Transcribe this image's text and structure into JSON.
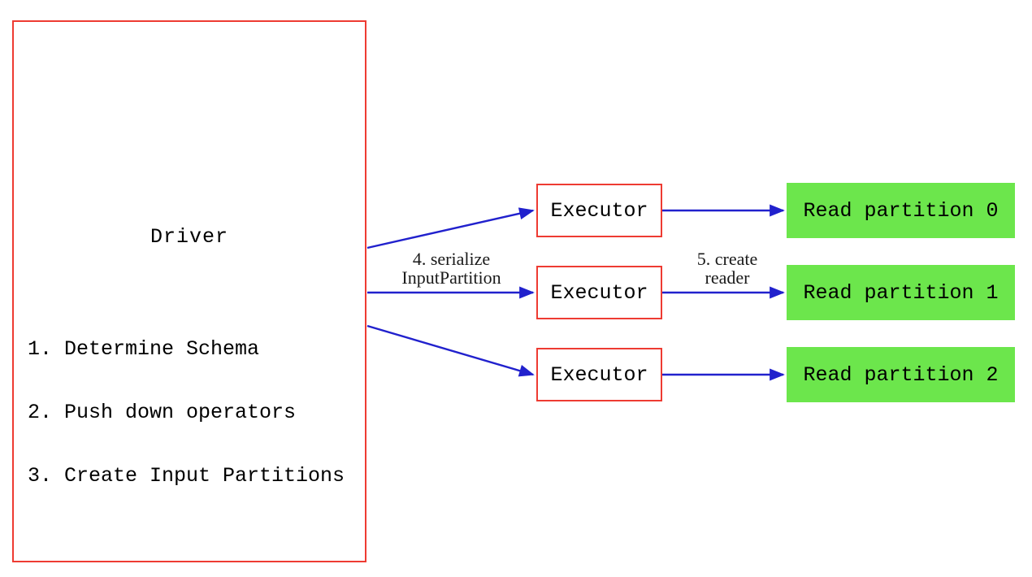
{
  "diagram": {
    "driver": {
      "title": "Driver",
      "steps": [
        "1. Determine Schema",
        "2. Push down operators",
        "3. Create Input Partitions"
      ]
    },
    "executors": [
      {
        "label": "Executor"
      },
      {
        "label": "Executor"
      },
      {
        "label": "Executor"
      }
    ],
    "partitions": [
      {
        "label": "Read partition 0"
      },
      {
        "label": "Read partition 1"
      },
      {
        "label": "Read partition 2"
      }
    ],
    "edge_labels": {
      "serialize": {
        "line1": "4. serialize",
        "line2": "InputPartition"
      },
      "create_reader": {
        "line1": "5. create",
        "line2": "reader"
      }
    },
    "colors": {
      "box_border_red": "#ee3b32",
      "arrow_blue": "#2121cd",
      "partition_green": "#6ce64c",
      "text_black": "#000000"
    }
  }
}
